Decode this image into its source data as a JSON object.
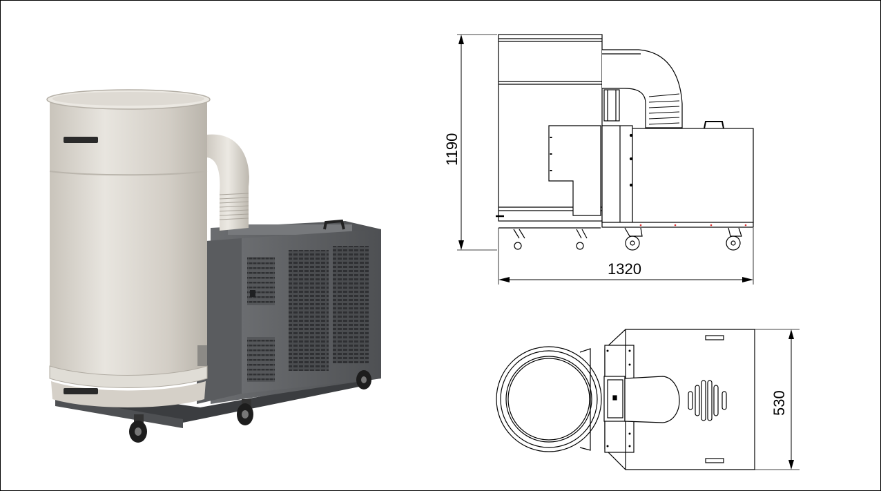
{
  "dimensions": {
    "height": "1190",
    "length": "1320",
    "width": "530"
  },
  "colors": {
    "drum": "#d6d2ca",
    "drum_rim": "#e4e1da",
    "cabinet": "#5c5e61",
    "cabinet_dark": "#44464a",
    "handle": "#2a2a2a",
    "line": "#000000"
  },
  "illustration": {
    "photo_icon": "industrial-vacuum-icon",
    "side_view_icon": "side-view-drawing-icon",
    "top_view_icon": "top-view-drawing-icon"
  }
}
